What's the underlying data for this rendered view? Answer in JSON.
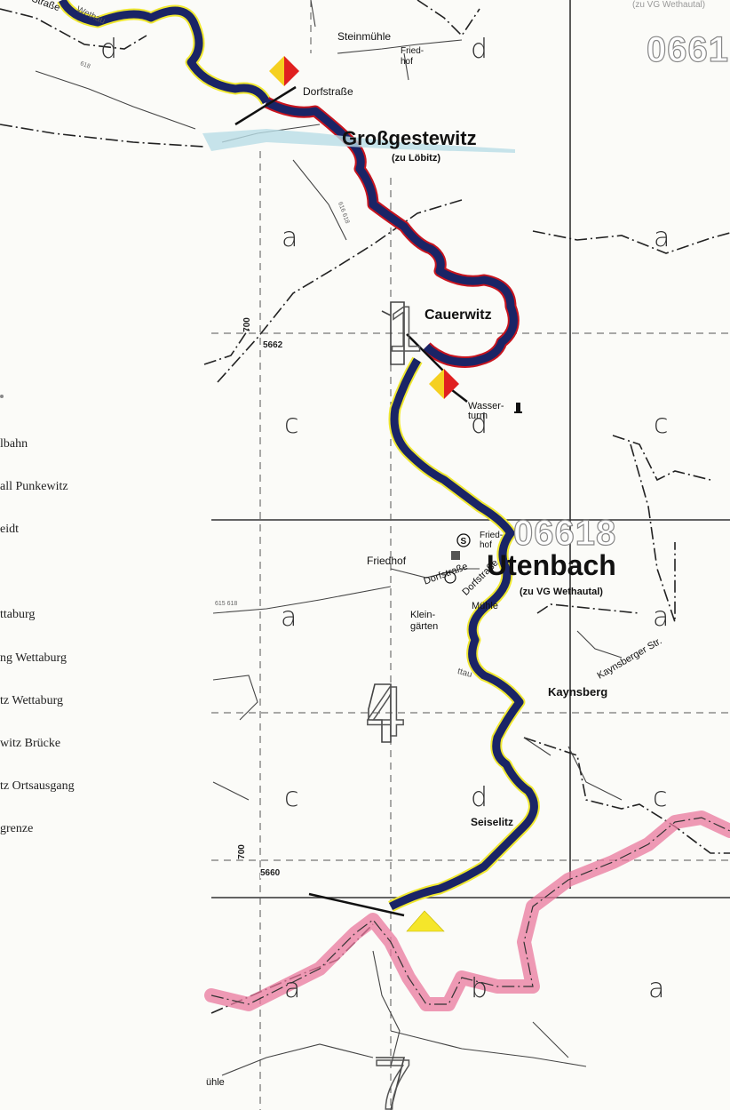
{
  "map": {
    "places": {
      "steinmuehle": "Steinmühle",
      "friedhof_top": "Fried-\nhof",
      "dorfstrasse_top": "Dorfstraße",
      "grossgestewitz": "Großgestewitz",
      "zu_loebitz": "(zu Löbitz)",
      "cauerwitz": "Cauerwitz",
      "wasserturm": "Wasser-\nturm",
      "utenbach": "Utenbach",
      "zu_vg_wethautal": "(zu VG Wethautal)",
      "friedhof_mid": "Friedhof",
      "dorfstrasse_mid1": "Dorfstraße",
      "dorfstrasse_mid2": "Dorfstraße",
      "friedhof_small": "Fried-\nhof",
      "muehle": "Mühle",
      "kleingaerten": "Klein-\ngärten",
      "kaynsberg": "Kaynsberg",
      "kaynsberger_str": "Kaynsberger Str.",
      "seiselitz": "Seiselitz",
      "muehle_bottom": "ühle",
      "strasse_top": "Straße",
      "wethau": "Wethau",
      "wethau_mid": "ttau"
    },
    "grid_letters": {
      "d_top_left": "d",
      "d_top_mid": "d",
      "a_upper_left": "a",
      "a_upper_right": "a",
      "c_mid_left": "c",
      "d_mid": "d",
      "c_mid_right": "c",
      "a_lower_left": "a",
      "a_lower_right": "a",
      "c_low_left": "c",
      "d_low": "d",
      "c_low_right": "c",
      "a_bottom_left": "a",
      "b_bottom": "b",
      "a_bottom_right": "a"
    },
    "sheet_numbers": {
      "top": "0661",
      "mid": "06618"
    },
    "block_numbers": {
      "one": "1",
      "four": "4",
      "seven": "7"
    },
    "coordinates": {
      "c5662": "5662",
      "c5660": "5660",
      "c700a": "700",
      "c700b": "700",
      "c615": "615 618",
      "c618": "618",
      "c616": "616 618"
    },
    "top_right_text": "(zu VG Wethautal)"
  },
  "legend": {
    "items": [
      "lbahn",
      "all Punkewitz",
      "eidt",
      "ttaburg",
      "ng Wettaburg",
      "tz Wettaburg",
      "witz Brücke",
      "tz Ortsausgang",
      "grenze"
    ]
  },
  "colors": {
    "river_dark": "#1a2466",
    "river_outline_yellow": "#f0e830",
    "river_outline_red": "#c8141e",
    "district_boundary": "#e9789e",
    "flag_red": "#e02020",
    "flag_yellow": "#f5d020",
    "triangle_yellow": "#f5e62a"
  },
  "icons": {
    "flag_marker": "diamond-flag-icon",
    "triangle_marker": "triangle-icon",
    "tower": "water-tower-icon",
    "school": "school-icon"
  }
}
